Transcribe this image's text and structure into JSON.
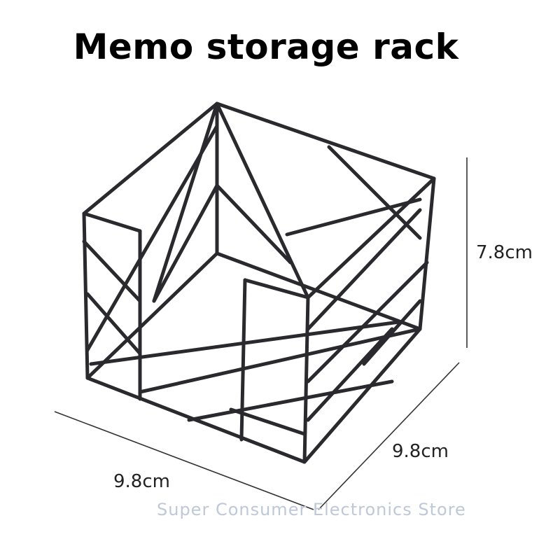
{
  "title": "Memo storage rack",
  "dimensions": {
    "height": "7.8cm",
    "depth": "9.8cm",
    "width": "9.8cm"
  },
  "watermark": "Super Consumer Electronics Store",
  "colors": {
    "background": "#ffffff",
    "wire": "#2a2a2e",
    "dimension_line": "#333333",
    "watermark": "#bfc8d6"
  }
}
